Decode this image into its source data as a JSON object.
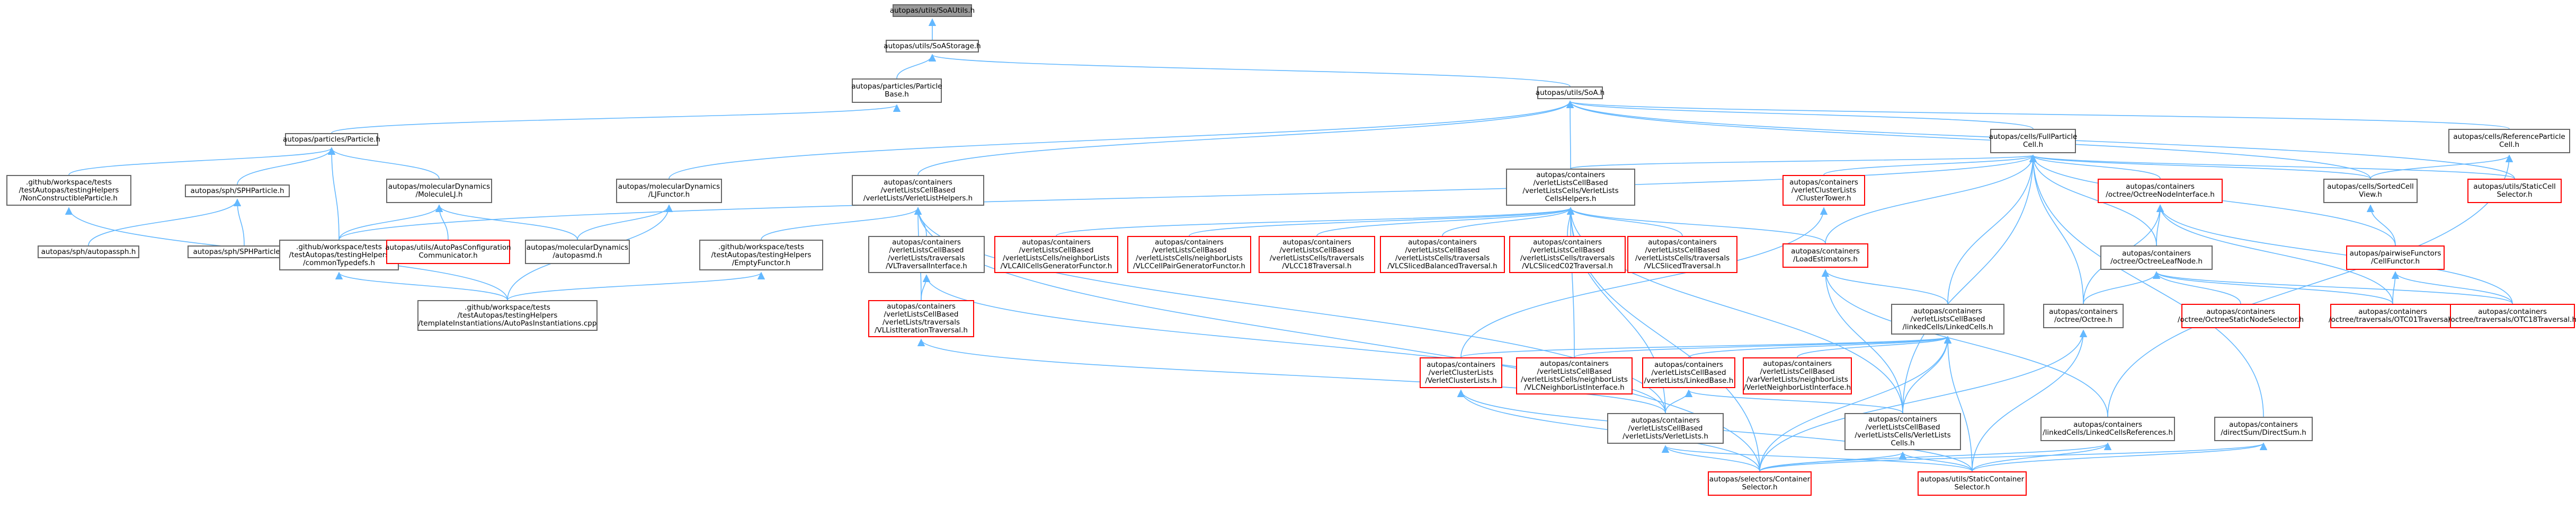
{
  "colors": {
    "edge": "#63b8ff",
    "box_border": "#666666",
    "red_border": "#ff0000",
    "root_fill": "#999999"
  },
  "nodes": [
    {
      "id": "n01",
      "label": "autopas/utils/SoAUtils.h",
      "style": "root"
    },
    {
      "id": "n02",
      "label": "autopas/utils/SoAStorage.h",
      "style": "normal"
    },
    {
      "id": "n03",
      "label": "autopas/particles/Particle\nBase.h",
      "style": "normal"
    },
    {
      "id": "n04",
      "label": "autopas/utils/SoA.h",
      "style": "normal"
    },
    {
      "id": "n05",
      "label": "autopas/particles/Particle.h",
      "style": "normal"
    },
    {
      "id": "n06",
      "label": "autopas/cells/FullParticle\nCell.h",
      "style": "normal"
    },
    {
      "id": "n07",
      "label": "autopas/cells/ReferenceParticle\nCell.h",
      "style": "normal"
    },
    {
      "id": "n08",
      "label": ".github/workspace/tests\n/testAutopas/testingHelpers\n/NonConstructibleParticle.h",
      "style": "normal"
    },
    {
      "id": "n09",
      "label": "autopas/sph/SPHParticle.h",
      "style": "normal"
    },
    {
      "id": "n10",
      "label": "autopas/molecularDynamics\n/MoleculeLJ.h",
      "style": "normal"
    },
    {
      "id": "n11",
      "label": "autopas/molecularDynamics\n/LJFunctor.h",
      "style": "normal"
    },
    {
      "id": "n12",
      "label": "autopas/containers\n/verletListsCellBased\n/verletLists/VerletListHelpers.h",
      "style": "normal"
    },
    {
      "id": "n13",
      "label": "autopas/containers\n/verletListsCellBased\n/verletListsCells/VerletLists\nCellsHelpers.h",
      "style": "normal"
    },
    {
      "id": "n14",
      "label": "autopas/containers\n/verletClusterLists\n/ClusterTower.h",
      "style": "red"
    },
    {
      "id": "n15",
      "label": "autopas/containers\n/octree/OctreeNodeInterface.h",
      "style": "red"
    },
    {
      "id": "n16",
      "label": "autopas/cells/SortedCell\nView.h",
      "style": "normal"
    },
    {
      "id": "n17",
      "label": "autopas/utils/StaticCell\nSelector.h",
      "style": "red"
    },
    {
      "id": "n18",
      "label": "autopas/sph/autopassph.h",
      "style": "normal"
    },
    {
      "id": "n19",
      "label": "autopas/sph/SPHParticle.cpp",
      "style": "normal"
    },
    {
      "id": "n20",
      "label": ".github/workspace/tests\n/testAutopas/testingHelpers\n/commonTypedefs.h",
      "style": "normal"
    },
    {
      "id": "n21",
      "label": "autopas/utils/AutoPasConfiguration\nCommunicator.h",
      "style": "red"
    },
    {
      "id": "n22",
      "label": "autopas/molecularDynamics\n/autopasmd.h",
      "style": "normal"
    },
    {
      "id": "n23",
      "label": ".github/workspace/tests\n/testAutopas/testingHelpers\n/EmptyFunctor.h",
      "style": "normal"
    },
    {
      "id": "n24",
      "label": "autopas/containers\n/verletListsCellBased\n/verletLists/traversals\n/VLTraversalInterface.h",
      "style": "normal"
    },
    {
      "id": "n25",
      "label": "autopas/containers\n/verletListsCellBased\n/verletListsCells/neighborLists\n/VLCAllCellsGeneratorFunctor.h",
      "style": "red"
    },
    {
      "id": "n26",
      "label": "autopas/containers\n/verletListsCellBased\n/verletListsCells/neighborLists\n/VLCCellPairGeneratorFunctor.h",
      "style": "red"
    },
    {
      "id": "n27",
      "label": "autopas/containers\n/verletListsCellBased\n/verletListsCells/traversals\n/VLCC18Traversal.h",
      "style": "red"
    },
    {
      "id": "n28",
      "label": "autopas/containers\n/verletListsCellBased\n/verletListsCells/traversals\n/VLCSlicedBalancedTraversal.h",
      "style": "red"
    },
    {
      "id": "n29",
      "label": "autopas/containers\n/verletListsCellBased\n/verletListsCells/traversals\n/VLCSlicedC02Traversal.h",
      "style": "red"
    },
    {
      "id": "n30",
      "label": "autopas/containers\n/verletListsCellBased\n/verletListsCells/traversals\n/VLCSlicedTraversal.h",
      "style": "red"
    },
    {
      "id": "n31",
      "label": "autopas/containers\n/LoadEstimators.h",
      "style": "red"
    },
    {
      "id": "n32",
      "label": "autopas/containers\n/octree/OctreeLeafNode.h",
      "style": "normal"
    },
    {
      "id": "n33",
      "label": "autopas/pairwiseFunctors\n/CellFunctor.h",
      "style": "red"
    },
    {
      "id": "n34",
      "label": ".github/workspace/tests\n/testAutopas/testingHelpers\n/templateInstantiations/AutoPasInstantiations.cpp",
      "style": "normal"
    },
    {
      "id": "n35",
      "label": "autopas/containers\n/verletListsCellBased\n/verletLists/traversals\n/VLListIterationTraversal.h",
      "style": "red"
    },
    {
      "id": "n36",
      "label": "autopas/containers\n/verletListsCellBased\n/linkedCells/LinkedCells.h",
      "style": "normal"
    },
    {
      "id": "n37",
      "label": "autopas/containers\n/octree/Octree.h",
      "style": "normal"
    },
    {
      "id": "n38",
      "label": "autopas/containers\n/octree/OctreeStaticNodeSelector.h",
      "style": "red"
    },
    {
      "id": "n39",
      "label": "autopas/containers\n/octree/traversals/OTC01Traversal.h",
      "style": "red"
    },
    {
      "id": "n40",
      "label": "autopas/containers\n/octree/traversals/OTC18Traversal.h",
      "style": "red"
    },
    {
      "id": "n41",
      "label": "autopas/containers\n/verletClusterLists\n/VerletClusterLists.h",
      "style": "red"
    },
    {
      "id": "n42",
      "label": "autopas/containers\n/verletListsCellBased\n/verletListsCells/neighborLists\n/VLCNeighborListInterface.h",
      "style": "red"
    },
    {
      "id": "n43",
      "label": "autopas/containers\n/verletListsCellBased\n/verletLists/LinkedBase.h",
      "style": "red"
    },
    {
      "id": "n44",
      "label": "autopas/containers\n/verletListsCellBased\n/varVerletLists/neighborLists\n/VerletNeighborListInterface.h",
      "style": "red"
    },
    {
      "id": "n45",
      "label": "autopas/containers\n/verletListsCellBased\n/verletLists/VerletLists.h",
      "style": "normal"
    },
    {
      "id": "n46",
      "label": "autopas/containers\n/verletListsCellBased\n/verletListsCells/VerletLists\nCells.h",
      "style": "normal"
    },
    {
      "id": "n47",
      "label": "autopas/containers\n/linkedCells/LinkedCellsReferences.h",
      "style": "normal"
    },
    {
      "id": "n48",
      "label": "autopas/containers\n/directSum/DirectSum.h",
      "style": "normal"
    },
    {
      "id": "n49",
      "label": "autopas/selectors/Container\nSelector.h",
      "style": "red"
    },
    {
      "id": "n50",
      "label": "autopas/utils/StaticContainer\nSelector.h",
      "style": "red"
    }
  ],
  "edges": [
    [
      "n02",
      "n01"
    ],
    [
      "n04",
      "n02"
    ],
    [
      "n03",
      "n02"
    ],
    [
      "n05",
      "n03"
    ],
    [
      "n06",
      "n04"
    ],
    [
      "n11",
      "n04"
    ],
    [
      "n12",
      "n04"
    ],
    [
      "n13",
      "n04"
    ],
    [
      "n16",
      "n04"
    ],
    [
      "n17",
      "n04"
    ],
    [
      "n07",
      "n04"
    ],
    [
      "n08",
      "n05"
    ],
    [
      "n09",
      "n05"
    ],
    [
      "n10",
      "n05"
    ],
    [
      "n20",
      "n05"
    ],
    [
      "n18",
      "n09"
    ],
    [
      "n19",
      "n09"
    ],
    [
      "n20",
      "n10"
    ],
    [
      "n21",
      "n10"
    ],
    [
      "n22",
      "n10"
    ],
    [
      "n22",
      "n11"
    ],
    [
      "n34",
      "n11"
    ],
    [
      "n23",
      "n12"
    ],
    [
      "n24",
      "n12"
    ],
    [
      "n35",
      "n12"
    ],
    [
      "n45",
      "n12"
    ],
    [
      "n49",
      "n12"
    ],
    [
      "n34",
      "n08"
    ],
    [
      "n34",
      "n20"
    ],
    [
      "n34",
      "n23"
    ],
    [
      "n20",
      "n06"
    ],
    [
      "n13",
      "n06"
    ],
    [
      "n14",
      "n06"
    ],
    [
      "n15",
      "n06"
    ],
    [
      "n16",
      "n06"
    ],
    [
      "n17",
      "n06"
    ],
    [
      "n31",
      "n06"
    ],
    [
      "n32",
      "n06"
    ],
    [
      "n36",
      "n06"
    ],
    [
      "n37",
      "n06"
    ],
    [
      "n33",
      "n06"
    ],
    [
      "n46",
      "n06"
    ],
    [
      "n48",
      "n06"
    ],
    [
      "n16",
      "n07"
    ],
    [
      "n47",
      "n07"
    ],
    [
      "n25",
      "n13"
    ],
    [
      "n26",
      "n13"
    ],
    [
      "n27",
      "n13"
    ],
    [
      "n28",
      "n13"
    ],
    [
      "n29",
      "n13"
    ],
    [
      "n30",
      "n13"
    ],
    [
      "n31",
      "n13"
    ],
    [
      "n42",
      "n13"
    ],
    [
      "n46",
      "n13"
    ],
    [
      "n45",
      "n13"
    ],
    [
      "n49",
      "n13"
    ],
    [
      "n41",
      "n14"
    ],
    [
      "n32",
      "n15"
    ],
    [
      "n37",
      "n15"
    ],
    [
      "n39",
      "n15"
    ],
    [
      "n40",
      "n15"
    ],
    [
      "n33",
      "n16"
    ],
    [
      "n35",
      "n24"
    ],
    [
      "n45",
      "n24"
    ],
    [
      "n36",
      "n31"
    ],
    [
      "n46",
      "n31"
    ],
    [
      "n47",
      "n31"
    ],
    [
      "n37",
      "n32"
    ],
    [
      "n38",
      "n32"
    ],
    [
      "n39",
      "n32"
    ],
    [
      "n40",
      "n32"
    ],
    [
      "n39",
      "n33"
    ],
    [
      "n40",
      "n33"
    ],
    [
      "n45",
      "n35"
    ],
    [
      "n41",
      "n36"
    ],
    [
      "n42",
      "n36"
    ],
    [
      "n43",
      "n36"
    ],
    [
      "n44",
      "n36"
    ],
    [
      "n46",
      "n36"
    ],
    [
      "n49",
      "n36"
    ],
    [
      "n50",
      "n36"
    ],
    [
      "n49",
      "n37"
    ],
    [
      "n50",
      "n37"
    ],
    [
      "n45",
      "n43"
    ],
    [
      "n46",
      "n43"
    ],
    [
      "n49",
      "n41"
    ],
    [
      "n50",
      "n41"
    ],
    [
      "n49",
      "n45"
    ],
    [
      "n50",
      "n45"
    ],
    [
      "n49",
      "n46"
    ],
    [
      "n50",
      "n46"
    ],
    [
      "n49",
      "n47"
    ],
    [
      "n50",
      "n47"
    ],
    [
      "n49",
      "n48"
    ],
    [
      "n50",
      "n48"
    ]
  ]
}
